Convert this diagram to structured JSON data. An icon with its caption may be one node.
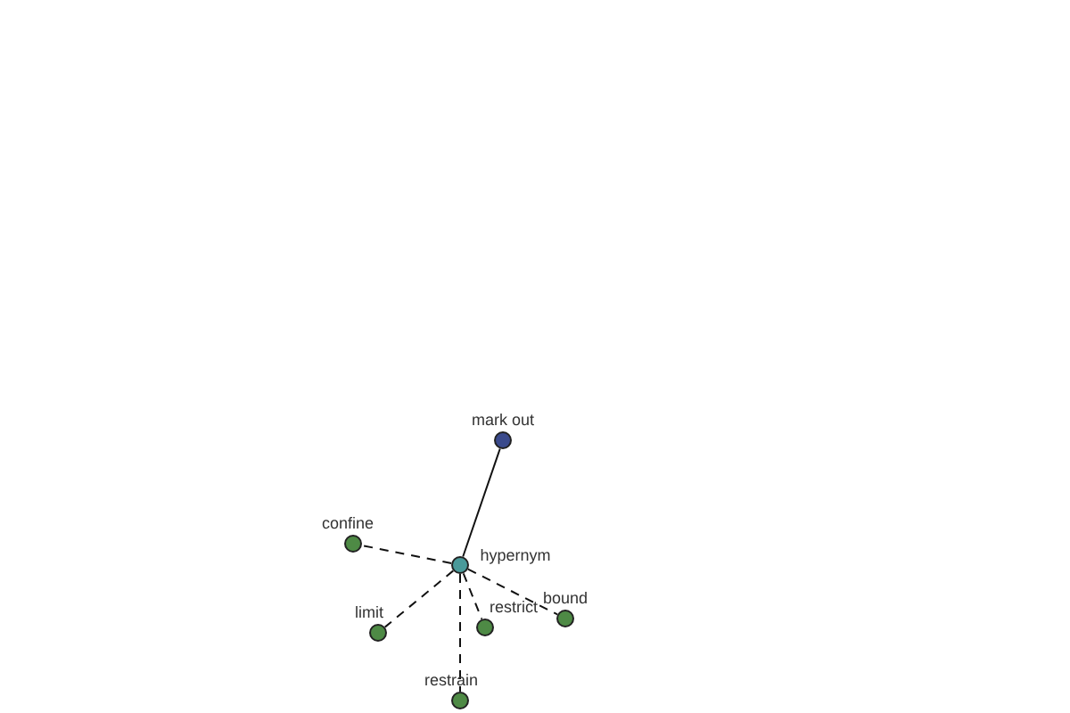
{
  "diagram": {
    "nodes": [
      {
        "text": [
          "mark out"
        ]
      },
      {
        "text": [
          "hypernym"
        ]
      },
      {
        "text": [
          "confine"
        ]
      },
      {
        "text": [
          "limit"
        ]
      },
      {
        "text": [
          "restrict"
        ]
      },
      {
        "text": [
          "bound"
        ]
      },
      {
        "text": [
          "restrain"
        ]
      }
    ],
    "edges": [
      {
        "from": 0,
        "to": 1,
        "arrow": "none"
      },
      {
        "from": 1,
        "to": 2,
        "arrow": "none",
        "style": "dashed"
      },
      {
        "from": 1,
        "to": 3,
        "arrow": "none",
        "style": "dashed"
      },
      {
        "from": 1,
        "to": 4,
        "arrow": "none",
        "style": "dashed"
      },
      {
        "from": 1,
        "to": 5,
        "arrow": "none",
        "style": "dashed"
      },
      {
        "from": 1,
        "to": 6,
        "arrow": "none",
        "style": "dashed"
      }
    ]
  }
}
